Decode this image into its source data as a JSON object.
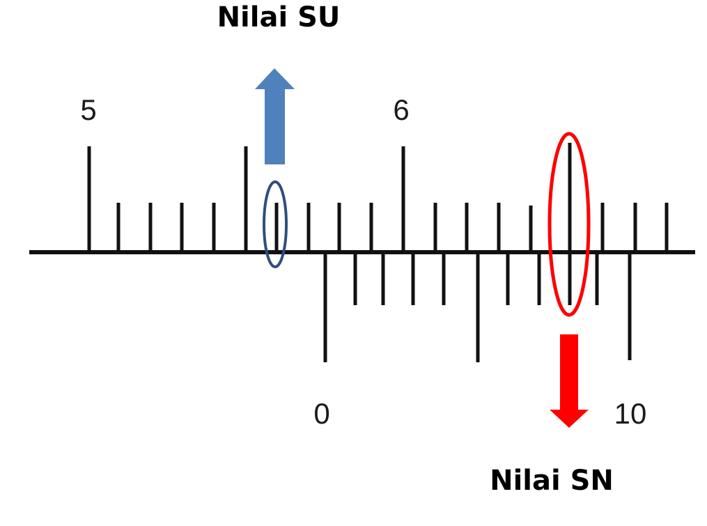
{
  "labels": {
    "su_title": "Nilai SU",
    "sn_title": "Nilai SN"
  },
  "main_scale": {
    "numbers": [
      "5",
      "6"
    ]
  },
  "vernier_scale": {
    "numbers": [
      "0",
      "10"
    ]
  },
  "colors": {
    "su_arrow": "#4f81bd",
    "su_highlight": "#2e4f7e",
    "sn_arrow": "#ff0000",
    "sn_highlight": "#ff0000",
    "ticks": "#111111"
  },
  "icons": {
    "su_arrow": "arrow-up-icon",
    "sn_arrow": "arrow-down-icon"
  }
}
